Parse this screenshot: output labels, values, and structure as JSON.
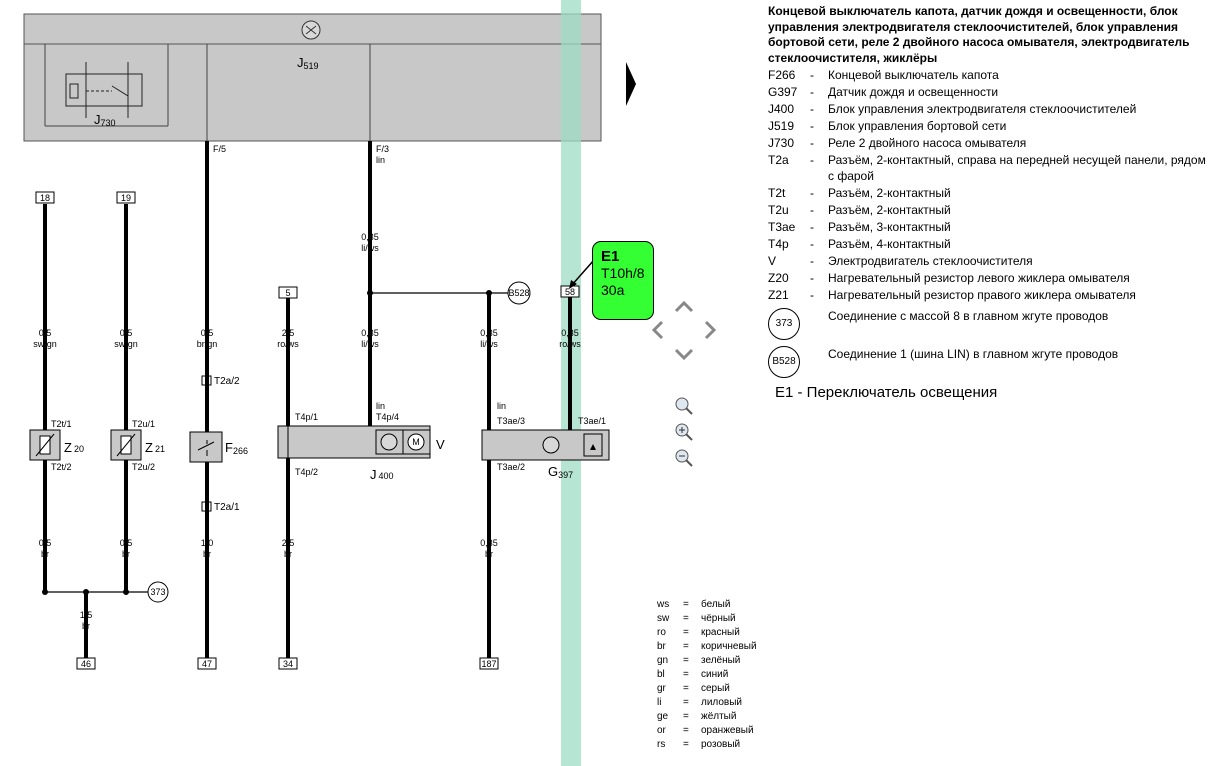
{
  "diagram": {
    "control_unit": "J",
    "control_unit_sub": "519",
    "relay": "J",
    "relay_sub": "730",
    "fuse_labels": [
      "F/5",
      "F/3"
    ],
    "wire_color_lin": "lin",
    "terminals_top": [
      "18",
      "19",
      "5",
      "58"
    ],
    "terminals_bottom": [
      "46",
      "47",
      "34",
      "187"
    ],
    "wires": {
      "w18": [
        "0,5",
        "sw/gn"
      ],
      "w19": [
        "0,5",
        "sw/gn"
      ],
      "wf5": [
        "0,5",
        "br/gn"
      ],
      "w5": [
        "2,5",
        "ro/ws"
      ],
      "wf3_top": [
        "0,35",
        "li/ws"
      ],
      "wf3_mid": [
        "0,35",
        "li/ws"
      ],
      "wb528": [
        "0,35",
        "li/ws"
      ],
      "w58": [
        "0,35",
        "ro/ws"
      ],
      "z20_bot": [
        "0,5",
        "br"
      ],
      "z21_bot": [
        "0,5",
        "br"
      ],
      "ground": [
        "1,5",
        "br"
      ],
      "f266_bot": [
        "1,0",
        "br"
      ],
      "j400_bot": [
        "2,5",
        "br"
      ],
      "g397_bot": [
        "0,35",
        "br"
      ]
    },
    "pins": {
      "z20_top": "T2t/1",
      "z20_bot": "T2t/2",
      "z21_top": "T2u/1",
      "z21_bot": "T2u/2",
      "f266_top": "T2a/2",
      "f266_bot": "T2a/1",
      "j400_p1": "T4p/1",
      "j400_p2": "T4p/2",
      "j400_p4": "T4p/4",
      "g397_p3": "T3ae/3",
      "g397_p2": "T3ae/2",
      "g397_p1": "T3ae/1"
    },
    "components": {
      "z20": [
        "Z",
        "20"
      ],
      "z21": [
        "Z",
        "21"
      ],
      "f266": [
        "F",
        "266"
      ],
      "j400": [
        "J",
        "400"
      ],
      "v": "V",
      "g397": [
        "G",
        "397"
      ],
      "motor": "M"
    },
    "splices": {
      "b528": "B528",
      "g373": "373"
    }
  },
  "e1_box": {
    "title": "E1",
    "line2": "T10h/8",
    "line3": "30a"
  },
  "legend": {
    "title": "Концевой выключатель капота, датчик дождя и освещенности, блок управления электродвигателя стеклоочистителей, блок управления бортовой сети, реле 2 двойного насоса омывателя, электродвигатель стеклоочистителя, жиклёры",
    "items": [
      {
        "code": "F266",
        "desc": "Концевой выключатель капота"
      },
      {
        "code": "G397",
        "desc": "Датчик дождя и освещенности"
      },
      {
        "code": "J400",
        "desc": "Блок управления электродвигателя стеклоочистителей"
      },
      {
        "code": "J519",
        "desc": "Блок управления бортовой сети"
      },
      {
        "code": "J730",
        "desc": "Реле 2 двойного насоса омывателя"
      },
      {
        "code": "T2a",
        "desc": "Разъём, 2-контактный, справа на передней несущей панели, рядом с фарой"
      },
      {
        "code": "T2t",
        "desc": "Разъём, 2-контактный"
      },
      {
        "code": "T2u",
        "desc": "Разъём, 2-контактный"
      },
      {
        "code": "T3ae",
        "desc": "Разъём, 3-контактный"
      },
      {
        "code": "T4p",
        "desc": "Разъём, 4-контактный"
      },
      {
        "code": "V",
        "desc": "Электродвигатель стеклоочистителя"
      },
      {
        "code": "Z20",
        "desc": "Нагревательный резистор левого жиклера омывателя"
      },
      {
        "code": "Z21",
        "desc": "Нагревательный резистор правого жиклера омывателя"
      }
    ],
    "circles": [
      {
        "code": "373",
        "desc": "Соединение с массой 8 в главном жгуте проводов"
      },
      {
        "code": "B528",
        "desc": "Соединение 1 (шина LIN) в главном жгуте проводов"
      }
    ],
    "dash": "-",
    "e1_note": "E1 - Переключатель освещения"
  },
  "colors": [
    {
      "code": "ws",
      "name": "белый"
    },
    {
      "code": "sw",
      "name": "чёрный"
    },
    {
      "code": "ro",
      "name": "красный"
    },
    {
      "code": "br",
      "name": "коричневый"
    },
    {
      "code": "gn",
      "name": "зелёный"
    },
    {
      "code": "bl",
      "name": "синий"
    },
    {
      "code": "gr",
      "name": "серый"
    },
    {
      "code": "li",
      "name": "лиловый"
    },
    {
      "code": "ge",
      "name": "жёлтый"
    },
    {
      "code": "or",
      "name": "оранжевый"
    },
    {
      "code": "rs",
      "name": "розовый"
    }
  ],
  "color_eq": "=",
  "theme": {
    "module_gray": "#c8c8c8",
    "highlight": "#9fdcc4",
    "e1_green": "#33ff33"
  }
}
